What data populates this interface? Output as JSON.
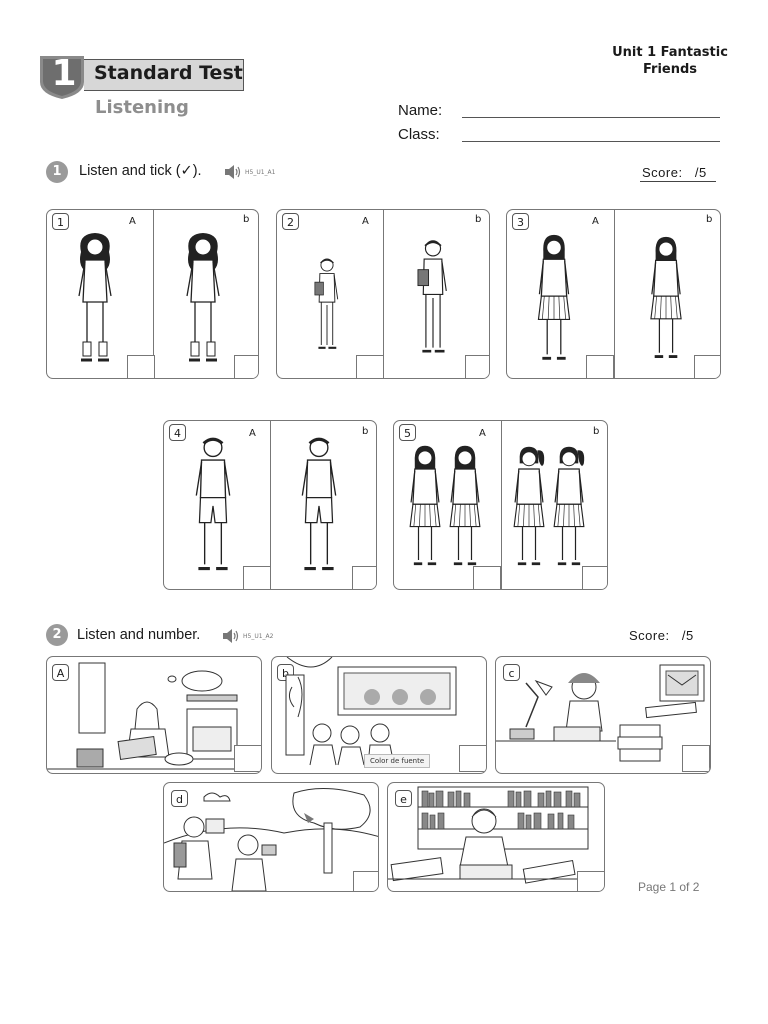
{
  "header": {
    "badge_number": "1",
    "title": "Standard Test",
    "subtitle": "Listening",
    "unit_line1": "Unit 1 Fantastic",
    "unit_line2": "Friends",
    "name_label": "Name:",
    "class_label": "Class:"
  },
  "section1": {
    "number": "1",
    "instruction": "Listen and tick (✓).",
    "audio_code": "H5_U1_A1",
    "score_label": "Score:",
    "score_total": "/5",
    "cards": [
      {
        "number": "1",
        "left_label": "A",
        "right_label": "b"
      },
      {
        "number": "2",
        "left_label": "A",
        "right_label": "b"
      },
      {
        "number": "3",
        "left_label": "A",
        "right_label": "b"
      },
      {
        "number": "4",
        "left_label": "A",
        "right_label": "b"
      },
      {
        "number": "5",
        "left_label": "A",
        "right_label": "b"
      }
    ]
  },
  "section2": {
    "number": "2",
    "instruction": "Listen and number.",
    "audio_code": "H5_U1_A2",
    "score_label": "Score:",
    "score_total": "/5",
    "pictures": [
      {
        "label": "A"
      },
      {
        "label": "b"
      },
      {
        "label": "c"
      },
      {
        "label": "d"
      },
      {
        "label": "e"
      }
    ],
    "tooltip": "Color de fuente"
  },
  "footer": {
    "page": "Page 1 of 2"
  }
}
